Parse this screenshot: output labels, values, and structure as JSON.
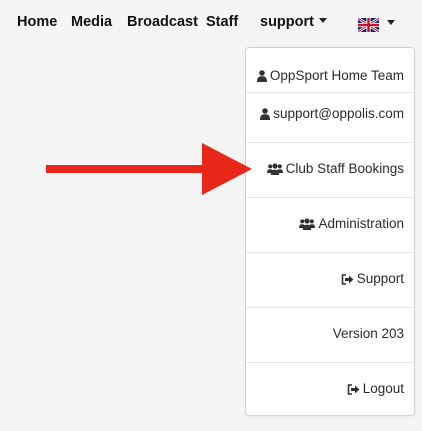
{
  "nav": {
    "home": "Home",
    "media": "Media",
    "broadcast": "Broadcast",
    "staff": "Staff",
    "support": "support"
  },
  "language": {
    "icon": "uk-flag-icon"
  },
  "dropdown": {
    "items": [
      {
        "label": "OppSport Home Team",
        "icon": "user-icon"
      },
      {
        "label": "support@oppolis.com",
        "icon": "user-icon"
      },
      {
        "label": "Club Staff Bookings",
        "icon": "users-icon"
      },
      {
        "label": "Administration",
        "icon": "users-icon"
      },
      {
        "label": "Support",
        "icon": "sign-out-icon"
      },
      {
        "label": "Version 203",
        "icon": ""
      },
      {
        "label": "Logout",
        "icon": "sign-out-icon"
      }
    ]
  },
  "colors": {
    "background": "#f5f5f6",
    "arrow": "#e8261a",
    "text": "#2b2b2b"
  }
}
